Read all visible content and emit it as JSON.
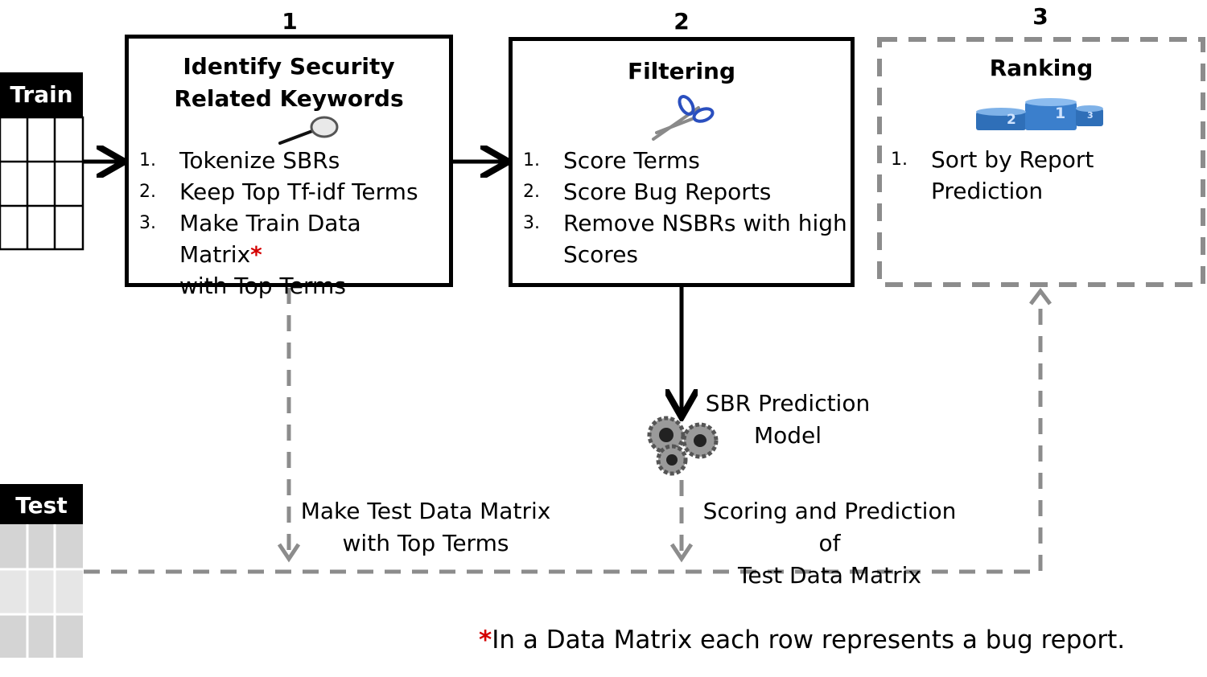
{
  "steps": [
    {
      "number": "1",
      "title_line1": "Identify Security",
      "title_line2": "Related Keywords",
      "items": [
        {
          "n": "1.",
          "line1": "Tokenize SBRs"
        },
        {
          "n": "2.",
          "line1": "Keep Top Tf-idf Terms"
        },
        {
          "n": "3.",
          "line1": "Make Train Data Matrix",
          "line2": "with Top Terms"
        }
      ],
      "icon": "magnifier-icon"
    },
    {
      "number": "2",
      "title": "Filtering",
      "items": [
        {
          "n": "1.",
          "line1": "Score Terms"
        },
        {
          "n": "2.",
          "line1": "Score Bug Reports"
        },
        {
          "n": "3.",
          "line1": "Remove NSBRs with high",
          "line2": "Scores"
        }
      ],
      "icon": "scissors-icon"
    },
    {
      "number": "3",
      "title": "Ranking",
      "items": [
        {
          "n": "1.",
          "line1": "Sort by Report",
          "line2": "Prediction"
        }
      ],
      "icon": "podium-icon",
      "podium": [
        "2",
        "1",
        "3"
      ]
    }
  ],
  "train_label": "Train",
  "test_label": "Test",
  "model_label_line1": "SBR Prediction",
  "model_label_line2": "Model",
  "test_matrix_label_line1": "Make Test Data Matrix",
  "test_matrix_label_line2": "with Top Terms",
  "scoring_label_line1": "Scoring and Prediction of",
  "scoring_label_line2": "Test Data Matrix",
  "footnote_marker": "*",
  "footnote": "In a Data Matrix each row represents a bug report.",
  "colors": {
    "asterisk": "#d40000",
    "dashed": "#8c8c8c",
    "scissors": "#2a4fbf",
    "podium": "#2f6fb8"
  }
}
